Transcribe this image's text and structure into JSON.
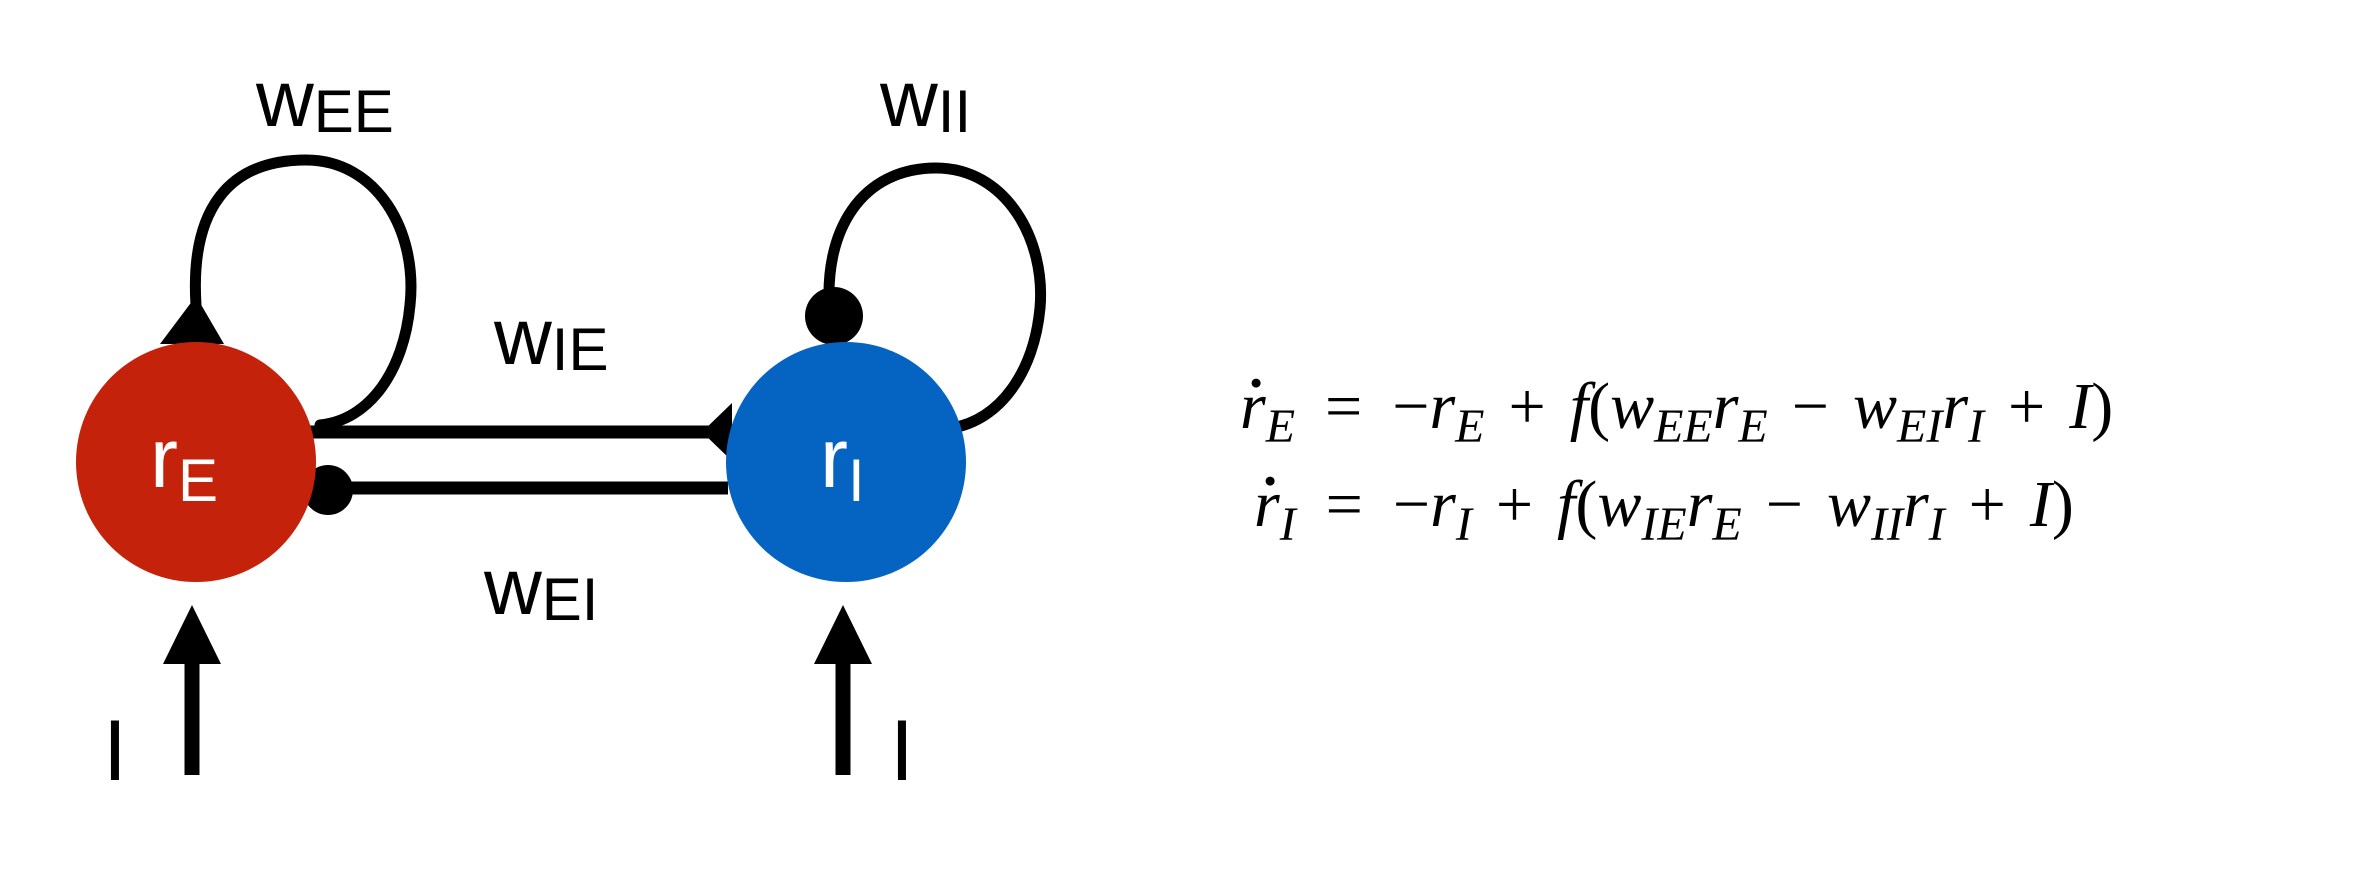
{
  "colors": {
    "excitatory": "#c4220a",
    "inhibitory": "#0563c1",
    "edge": "#000000"
  },
  "nodes": {
    "excitatory": {
      "base": "r",
      "sub": "E"
    },
    "inhibitory": {
      "base": "r",
      "sub": "I"
    }
  },
  "weights": {
    "ee": {
      "base": "w",
      "sub": "EE"
    },
    "ii": {
      "base": "w",
      "sub": "II"
    },
    "ie": {
      "base": "w",
      "sub": "IE"
    },
    "ei": {
      "base": "w",
      "sub": "EI"
    }
  },
  "inputs": {
    "excitatory": "I",
    "inhibitory": "I"
  },
  "equations": {
    "rE": {
      "lhs": "r",
      "lhs_sub": "E",
      "eq": "=",
      "minus": "−",
      "r1": "r",
      "r1_sub": "E",
      "plus": "+",
      "f": "f",
      "open": "(",
      "w1": "w",
      "w1_sub": "EE",
      "r2": "r",
      "r2_sub": "E",
      "minus2": "−",
      "w2": "w",
      "w2_sub": "EI",
      "r3": "r",
      "r3_sub": "I",
      "plus2": "+",
      "input": "I",
      "close": ")"
    },
    "rI": {
      "lhs": "r",
      "lhs_sub": "I",
      "eq": "=",
      "minus": "−",
      "r1": "r",
      "r1_sub": "I",
      "plus": "+",
      "f": "f",
      "open": "(",
      "w1": "w",
      "w1_sub": "IE",
      "r2": "r",
      "r2_sub": "E",
      "minus2": "−",
      "w2": "w",
      "w2_sub": "II",
      "r3": "r",
      "r3_sub": "I",
      "plus2": "+",
      "input": "I",
      "close": ")"
    }
  }
}
